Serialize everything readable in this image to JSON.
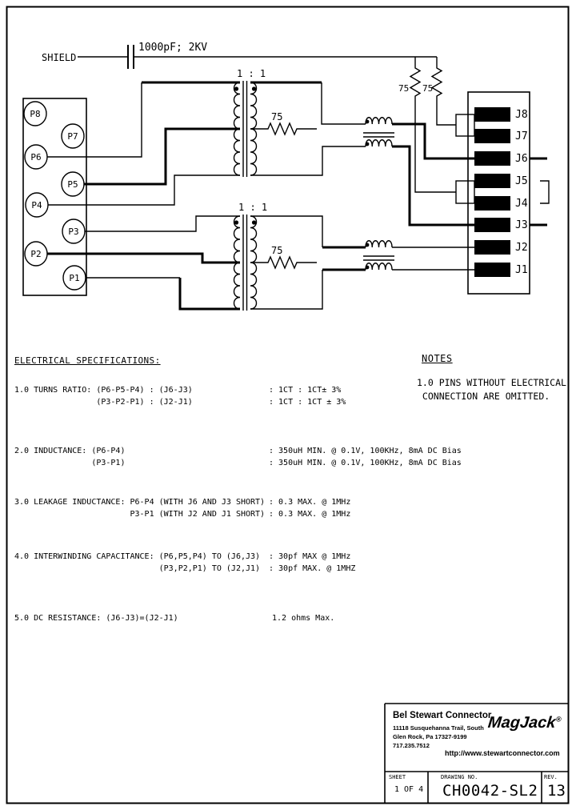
{
  "schematic": {
    "shield_label": "SHIELD",
    "capacitor_label": "1000pF; 2KV",
    "transformer1_ratio": "1 : 1",
    "transformer2_ratio": "1 : 1",
    "transformer1_resistor": "75",
    "transformer2_resistor": "75",
    "termination_resistor_left": "75",
    "termination_resistor_right": "75",
    "p_pins": [
      "P8",
      "P7",
      "P6",
      "P5",
      "P4",
      "P3",
      "P2",
      "P1"
    ],
    "j_pins": [
      "J8",
      "J7",
      "J6",
      "J5",
      "J4",
      "J3",
      "J2",
      "J1"
    ]
  },
  "specs": {
    "heading": "ELECTRICAL SPECIFICATIONS:",
    "items": [
      {
        "lines": [
          {
            "left": "1.0 TURNS RATIO: (P6-P5-P4) : (J6-J3)",
            "right": ": 1CT : 1CT± 3%"
          },
          {
            "left": "                 (P3-P2-P1) : (J2-J1)",
            "right": ": 1CT : 1CT ± 3%"
          }
        ]
      },
      {
        "lines": [
          {
            "left": "2.0 INDUCTANCE: (P6-P4)",
            "right": ": 350uH MIN. @ 0.1V, 100KHz, 8mA DC Bias"
          },
          {
            "left": "                (P3-P1)",
            "right": ": 350uH MIN. @ 0.1V, 100KHz, 8mA DC Bias"
          }
        ]
      },
      {
        "lines": [
          {
            "left": "3.0 LEAKAGE INDUCTANCE: P6-P4 (WITH J6 AND J3 SHORT)",
            "right": ": 0.3 MAX. @ 1MHz"
          },
          {
            "left": "                        P3-P1 (WITH J2 AND J1 SHORT)",
            "right": ": 0.3 MAX. @ 1MHz"
          }
        ]
      },
      {
        "lines": [
          {
            "left": "4.0 INTERWINDING CAPACITANCE: (P6,P5,P4) TO (J6,J3)",
            "right": ": 30pf MAX @ 1MHz"
          },
          {
            "left": "                              (P3,P2,P1) TO (J2,J1)",
            "right": ": 30pf MAX. @ 1MHZ"
          }
        ]
      },
      {
        "lines": [
          {
            "left": "5.0 DC RESISTANCE: (J6-J3)=(J2-J1)",
            "right": "1.2 ohms Max."
          }
        ]
      }
    ]
  },
  "notes": {
    "heading": "NOTES",
    "line1": "1.0 PINS WITHOUT ELECTRICAL",
    "line2": " CONNECTION ARE OMITTED."
  },
  "title_block": {
    "company": "Bel Stewart Connector",
    "address1": "11118 Susquehanna Trail, South",
    "address2": "Glen Rock, Pa 17327-9199",
    "phone": "717.235.7512",
    "brand": "MagJack",
    "brand_reg": "®",
    "website": "http://www.stewartconnector.com",
    "sheet_label": "SHEET",
    "sheet_value": "1 OF 4",
    "drawing_label": "DRAWING NO.",
    "drawing_value": "CH0042-SL2",
    "rev_label": "REV.",
    "rev_value": "13"
  }
}
